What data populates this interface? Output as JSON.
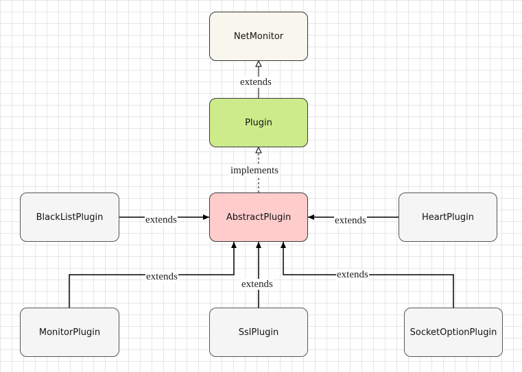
{
  "nodes": {
    "netmonitor": "NetMonitor",
    "plugin": "Plugin",
    "abstract_plugin": "AbstractPlugin",
    "blacklist_plugin": "BlackListPlugin",
    "heart_plugin": "HeartPlugin",
    "monitor_plugin": "MonitorPlugin",
    "ssl_plugin": "SslPlugin",
    "socket_option_plugin": "SocketOptionPlugin"
  },
  "edges": {
    "plugin_to_netmonitor": "extends",
    "abstract_to_plugin": "implements",
    "blacklist_to_abstract": "extends",
    "heart_to_abstract": "extends",
    "monitor_to_abstract": "extends",
    "ssl_to_abstract": "extends",
    "socket_to_abstract": "extends"
  },
  "colors": {
    "netmonitor_fill": "#f9f7ed",
    "plugin_fill": "#cdeb8b",
    "abstract_fill": "#ffcccc",
    "default_fill": "#f5f5f5"
  }
}
